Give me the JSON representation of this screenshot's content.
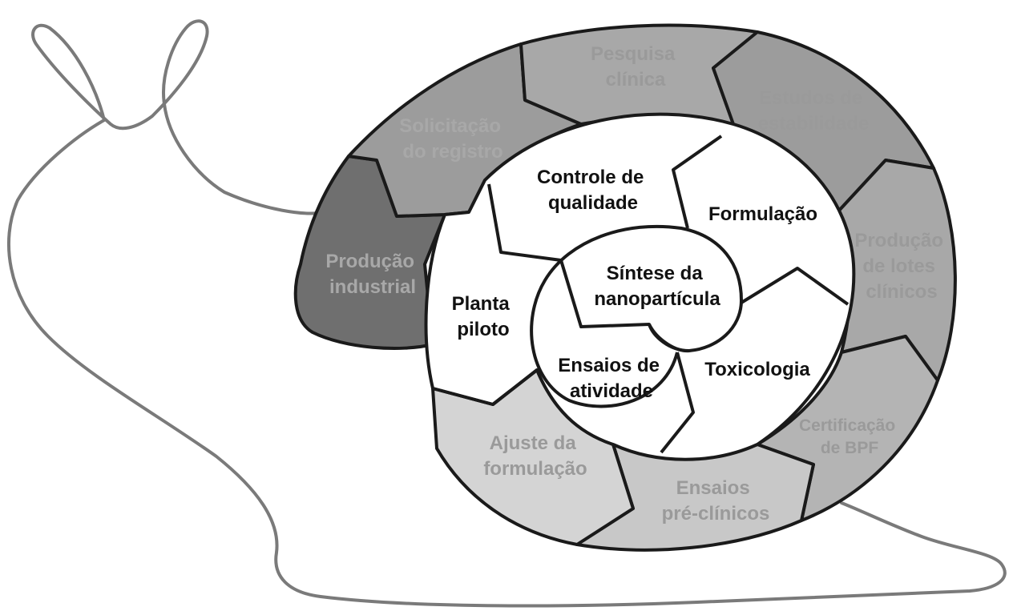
{
  "colors": {
    "snail_outline": "#7a7a7a",
    "segment_stroke": "#1a1a1a",
    "inner_fill": "#ffffff",
    "outer_dark": "#6f6f6f",
    "outer_medium": "#9c9c9c",
    "outer_light": "#bdbdbd",
    "outer_lightest": "#d4d4d4",
    "inner_text": "#111111",
    "outer_text": "#9a9a9a"
  },
  "center": {
    "line1": "Síntese da",
    "line2": "nanopartícula"
  },
  "inner_ring": {
    "toxicologia": {
      "line1": "Toxicologia"
    },
    "formulacao": {
      "line1": "Formulação"
    },
    "controle": {
      "line1": "Controle de",
      "line2": "qualidade"
    },
    "planta": {
      "line1": "Planta",
      "line2": "piloto"
    },
    "ensaios_atividade": {
      "line1": "Ensaios de",
      "line2": "atividade"
    }
  },
  "outer_ring": {
    "ajuste": {
      "line1": "Ajuste da",
      "line2": "formulação"
    },
    "pre_clinicos": {
      "line1": "Ensaios",
      "line2": "pré-clínicos"
    },
    "bpf": {
      "line1": "Certificação",
      "line2": "de BPF"
    },
    "lotes": {
      "line1": "Produção",
      "line2": "de lotes",
      "line3": "clínicos"
    },
    "estabilidade": {
      "line1": "Estudos de",
      "line2": "estabilidade"
    },
    "pesquisa": {
      "line1": "Pesquisa",
      "line2": "clínica"
    },
    "registro": {
      "line1": "Solicitação",
      "line2": "do registro"
    },
    "industrial": {
      "line1": "Produção",
      "line2": "industrial"
    }
  }
}
